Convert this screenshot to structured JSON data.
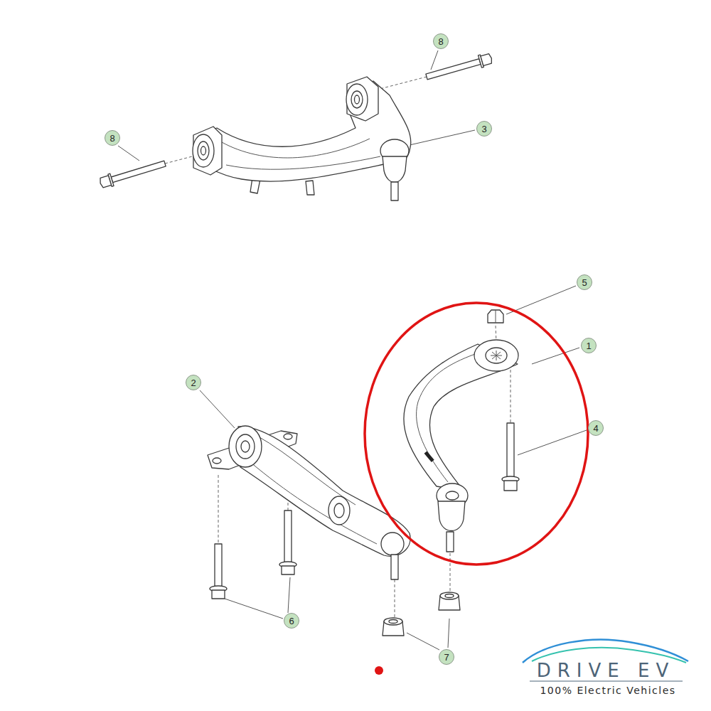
{
  "diagram": {
    "labels": [
      "8",
      "8",
      "3",
      "5",
      "1",
      "4",
      "2",
      "6",
      "7",
      "DRIVE EV",
      "100% Electric Vehicles"
    ]
  }
}
